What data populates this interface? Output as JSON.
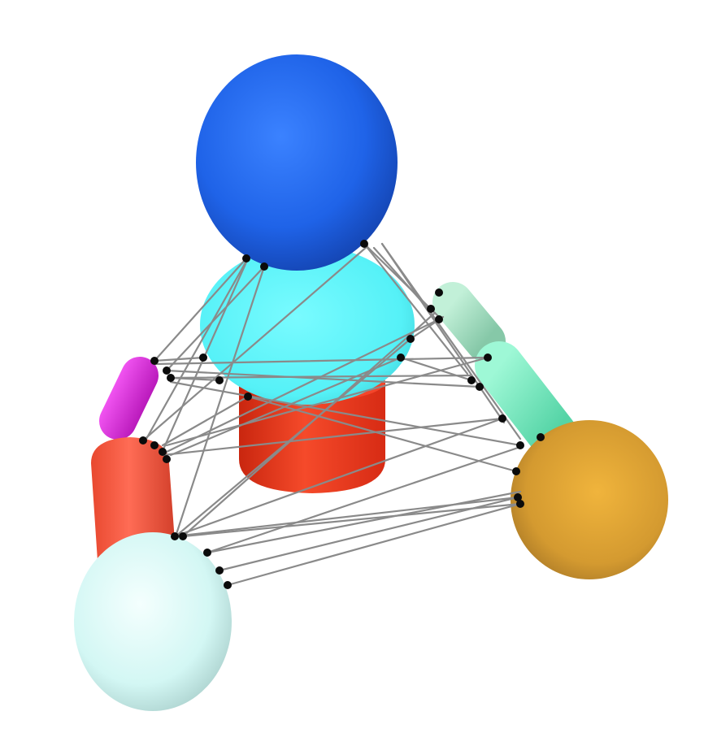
{
  "scene": {
    "background": "#ffffff",
    "link_color": "#8a8a8a",
    "anchor_color": "#0b0b0b",
    "bodies": [
      {
        "name": "blue-sphere",
        "kind": "sphere",
        "color": "#1f63e8"
      },
      {
        "name": "cyan-sphere",
        "kind": "sphere",
        "color": "#5cf5fa"
      },
      {
        "name": "red-cylinder",
        "kind": "cylinder",
        "color": "#f2361c"
      },
      {
        "name": "magenta-capsule",
        "kind": "capsule",
        "color": "#e62ae8"
      },
      {
        "name": "salmon-capsule",
        "kind": "capsule",
        "color": "#f7604a"
      },
      {
        "name": "pale-cyan-sphere",
        "kind": "sphere",
        "color": "#cdf7f3"
      },
      {
        "name": "pale-green-capsule",
        "kind": "capsule",
        "color": "#a5e3c4"
      },
      {
        "name": "mint-capsule",
        "kind": "capsule",
        "color": "#78f2c4"
      },
      {
        "name": "gold-sphere",
        "kind": "sphere",
        "color": "#d9a336"
      }
    ]
  }
}
